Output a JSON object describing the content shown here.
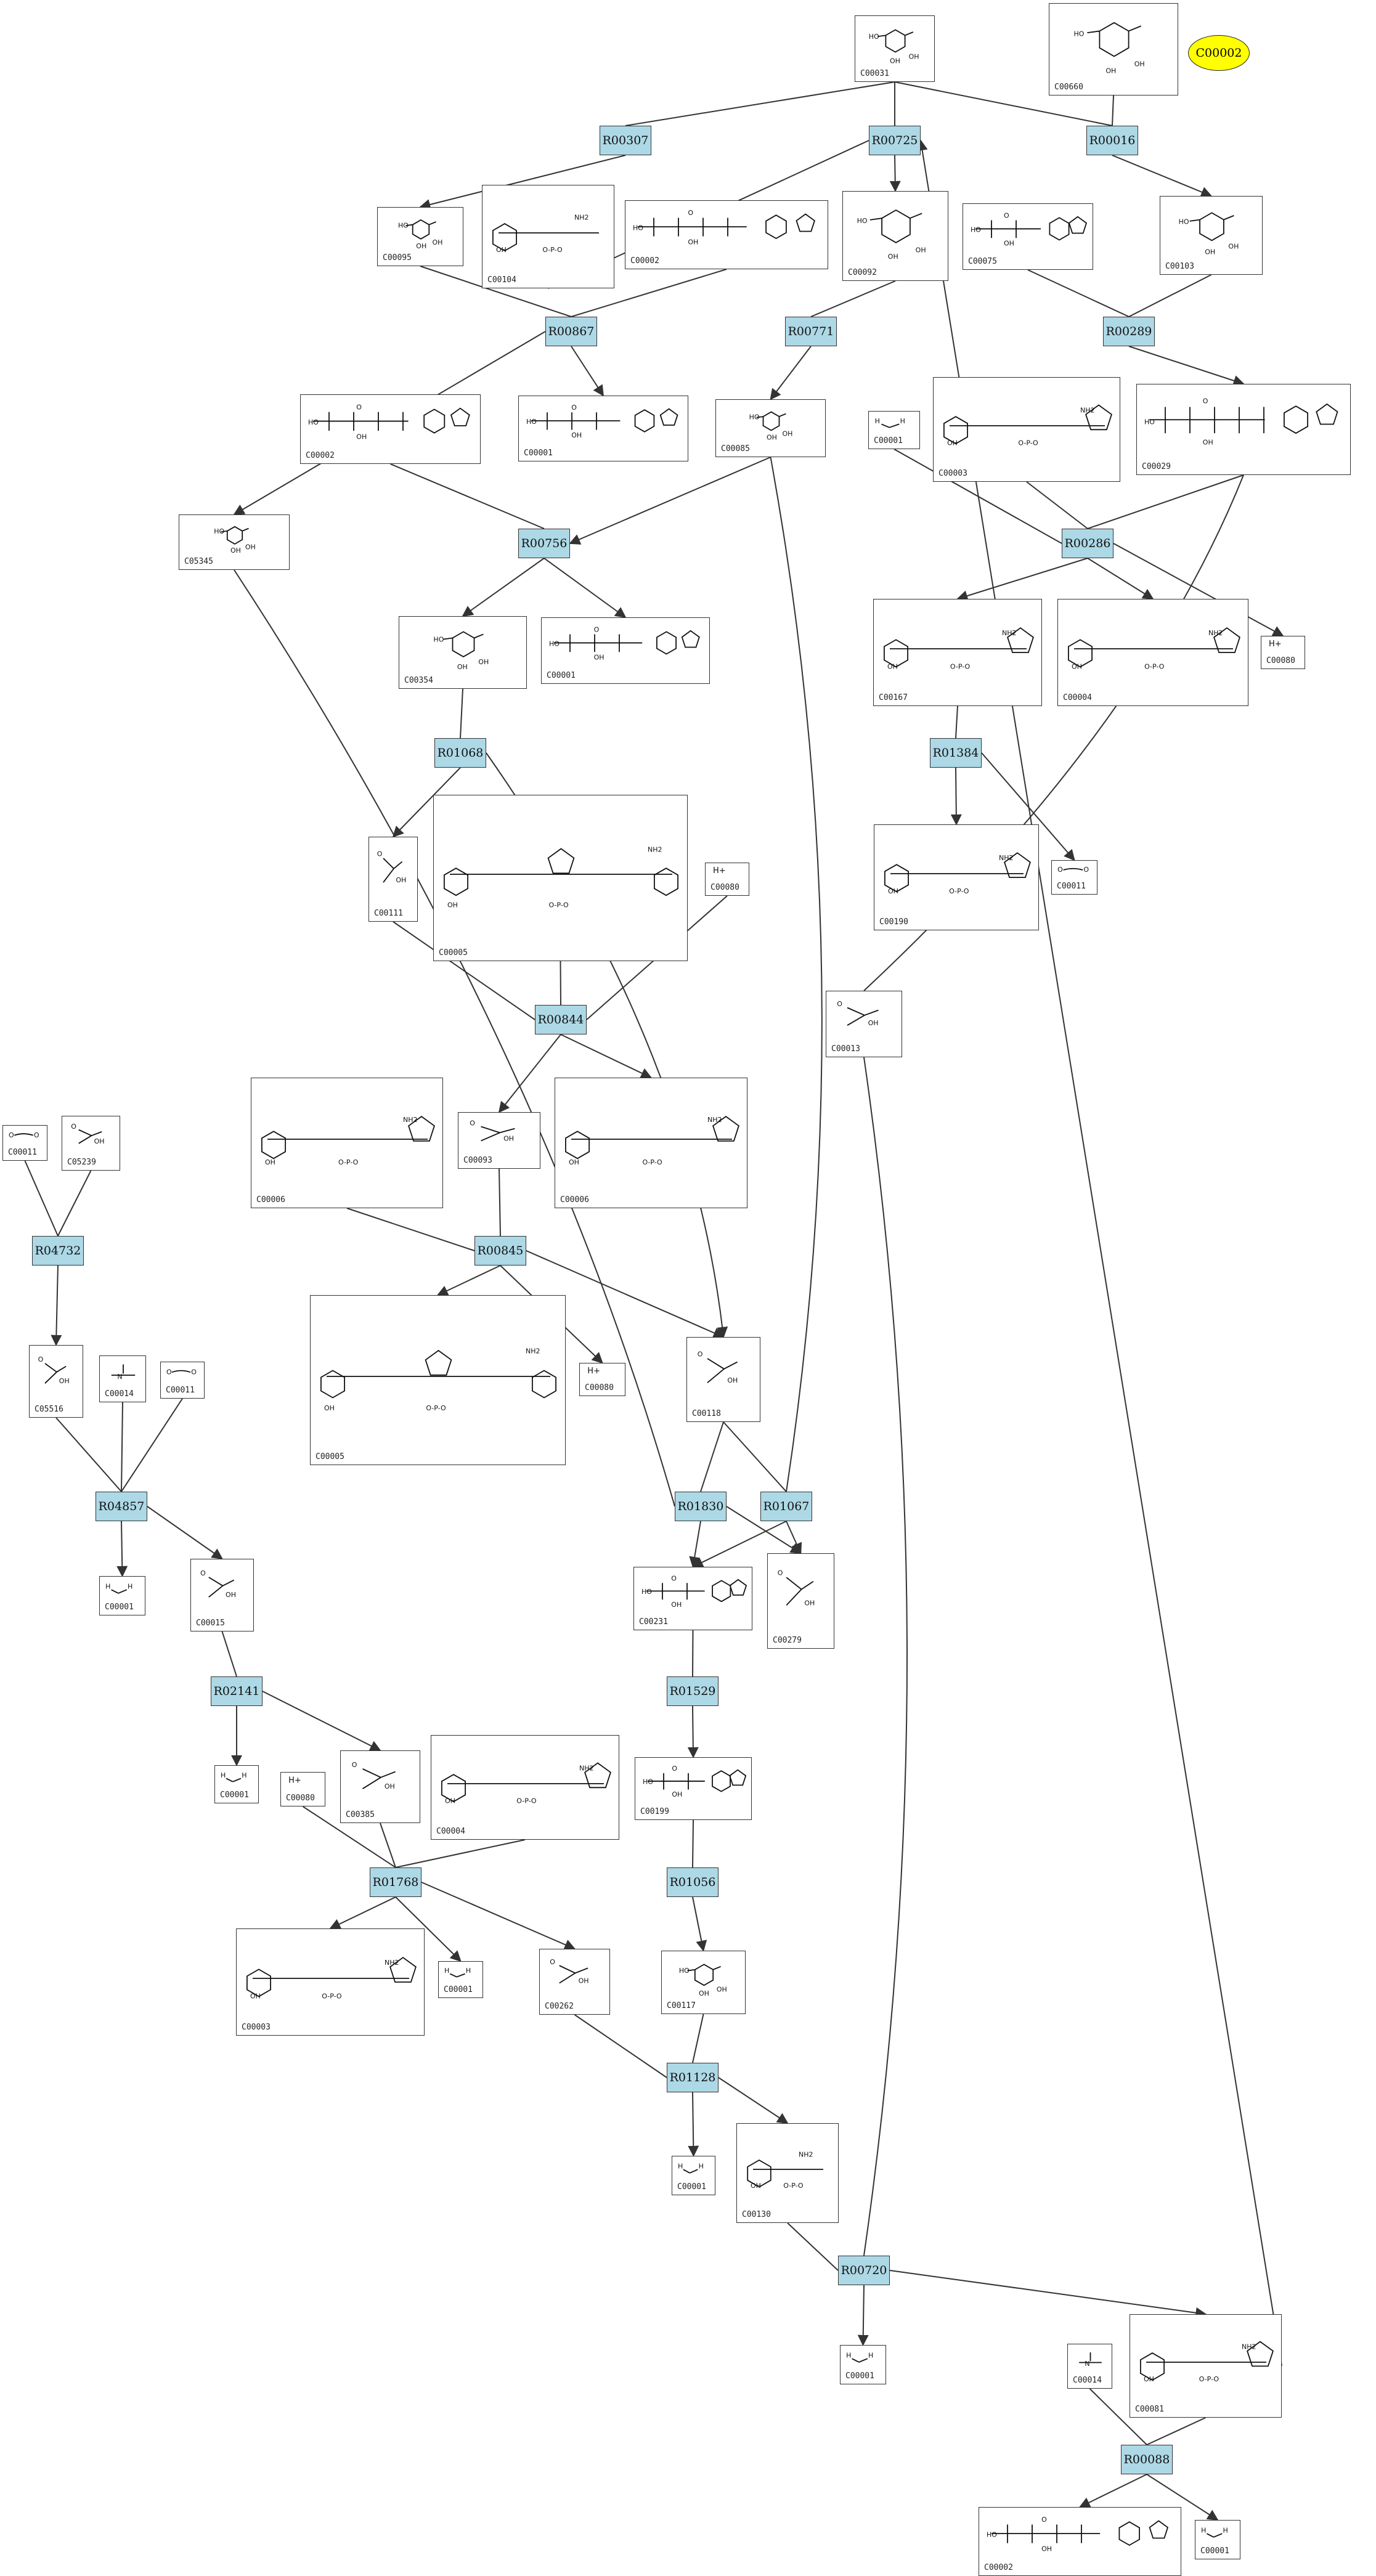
{
  "highlight": {
    "id": "C00002",
    "fill": "#ffff00"
  },
  "colors": {
    "reaction_fill": "#add8e6",
    "edge": "#333333",
    "box_border": "#333333"
  },
  "reactions": [
    {
      "id": "R00307"
    },
    {
      "id": "R00725"
    },
    {
      "id": "R00016"
    },
    {
      "id": "R00867"
    },
    {
      "id": "R00771"
    },
    {
      "id": "R00289"
    },
    {
      "id": "R00756"
    },
    {
      "id": "R00286"
    },
    {
      "id": "R01068"
    },
    {
      "id": "R01384"
    },
    {
      "id": "R00844"
    },
    {
      "id": "R04732"
    },
    {
      "id": "R00845"
    },
    {
      "id": "R04857"
    },
    {
      "id": "R01830"
    },
    {
      "id": "R01067"
    },
    {
      "id": "R02141"
    },
    {
      "id": "R01529"
    },
    {
      "id": "R01768"
    },
    {
      "id": "R01056"
    },
    {
      "id": "R01128"
    },
    {
      "id": "R00720"
    },
    {
      "id": "R00088"
    }
  ],
  "compounds": [
    {
      "id": "C00031",
      "shape": "ring"
    },
    {
      "id": "C00660",
      "shape": "ring"
    },
    {
      "id": "C00095",
      "shape": "ring"
    },
    {
      "id": "C00104",
      "shape": "nuc"
    },
    {
      "id": "C00002",
      "shape": "chain"
    },
    {
      "id": "C00092",
      "shape": "ring"
    },
    {
      "id": "C00075",
      "shape": "chain"
    },
    {
      "id": "C00103",
      "shape": "ring"
    },
    {
      "id": "C00002",
      "shape": "chain"
    },
    {
      "id": "C00001",
      "shape": "chain"
    },
    {
      "id": "C00085",
      "shape": "ring"
    },
    {
      "id": "C00001",
      "shape": "water"
    },
    {
      "id": "C00003",
      "shape": "nuc"
    },
    {
      "id": "C00029",
      "shape": "chain"
    },
    {
      "id": "C05345",
      "shape": "ring"
    },
    {
      "id": "C00354",
      "shape": "ring"
    },
    {
      "id": "C00001",
      "shape": "chain"
    },
    {
      "id": "C00167",
      "shape": "nuc"
    },
    {
      "id": "C00004",
      "shape": "nuc"
    },
    {
      "id": "C00080",
      "shape": "ion"
    },
    {
      "id": "C00111",
      "shape": "small"
    },
    {
      "id": "C00005",
      "shape": "nuc"
    },
    {
      "id": "C00080",
      "shape": "ion"
    },
    {
      "id": "C00190",
      "shape": "nuc"
    },
    {
      "id": "C00011",
      "shape": "co2"
    },
    {
      "id": "C00013",
      "shape": "small"
    },
    {
      "id": "C00006",
      "shape": "nuc"
    },
    {
      "id": "C00093",
      "shape": "small"
    },
    {
      "id": "C00006",
      "shape": "nuc"
    },
    {
      "id": "C00011",
      "shape": "co2"
    },
    {
      "id": "C05239",
      "shape": "small"
    },
    {
      "id": "C00005",
      "shape": "nuc"
    },
    {
      "id": "C00080",
      "shape": "ion"
    },
    {
      "id": "C00118",
      "shape": "small"
    },
    {
      "id": "C05516",
      "shape": "small"
    },
    {
      "id": "C00014",
      "shape": "nh3"
    },
    {
      "id": "C00011",
      "shape": "co2"
    },
    {
      "id": "C00001",
      "shape": "water"
    },
    {
      "id": "C00231",
      "shape": "chain"
    },
    {
      "id": "C00279",
      "shape": "small"
    },
    {
      "id": "C00015",
      "shape": "small"
    },
    {
      "id": "C00199",
      "shape": "chain"
    },
    {
      "id": "C00001",
      "shape": "water"
    },
    {
      "id": "C00080",
      "shape": "ion"
    },
    {
      "id": "C00385",
      "shape": "small"
    },
    {
      "id": "C00004",
      "shape": "nuc"
    },
    {
      "id": "C00117",
      "shape": "ring"
    },
    {
      "id": "C00003",
      "shape": "nuc"
    },
    {
      "id": "C00001",
      "shape": "water"
    },
    {
      "id": "C00262",
      "shape": "small"
    },
    {
      "id": "C00001",
      "shape": "water"
    },
    {
      "id": "C00130",
      "shape": "nuc"
    },
    {
      "id": "C00001",
      "shape": "water"
    },
    {
      "id": "C00014",
      "shape": "nh3"
    },
    {
      "id": "C00081",
      "shape": "nuc"
    },
    {
      "id": "C00002",
      "shape": "chain"
    },
    {
      "id": "C00001",
      "shape": "water"
    }
  ]
}
